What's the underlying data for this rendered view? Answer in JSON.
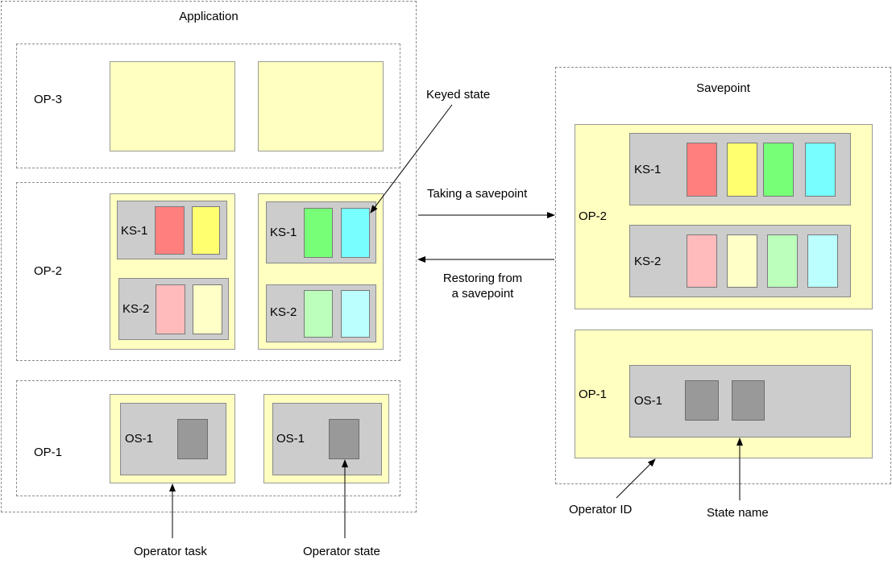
{
  "application": {
    "title": "Application",
    "op3": {
      "label": "OP-3"
    },
    "op2": {
      "label": "OP-2",
      "task1": {
        "ks1": "KS-1",
        "ks2": "KS-2"
      },
      "task2": {
        "ks1": "KS-1",
        "ks2": "KS-2"
      }
    },
    "op1": {
      "label": "OP-1",
      "task1": {
        "os1": "OS-1"
      },
      "task2": {
        "os1": "OS-1"
      }
    }
  },
  "savepoint": {
    "title": "Savepoint",
    "op2": {
      "label": "OP-2",
      "ks1": "KS-1",
      "ks2": "KS-2"
    },
    "op1": {
      "label": "OP-1",
      "os1": "OS-1"
    }
  },
  "annotations": {
    "keyed_state": "Keyed state",
    "taking": "Taking a savepoint",
    "restoring_line1": "Restoring from",
    "restoring_line2": "a savepoint",
    "operator_task": "Operator task",
    "operator_state": "Operator state",
    "operator_id": "Operator ID",
    "state_name": "State name"
  },
  "colors": {
    "red": "#ff7f7f",
    "yellow": "#ffff70",
    "green": "#77ff77",
    "cyan": "#77ffff",
    "pink": "#ffbbbb",
    "light_yellow": "#ffffc8",
    "light_green": "#bbffbb",
    "light_cyan": "#bbffff",
    "task_fill": "#ffffc0",
    "state_grey": "#cccccc",
    "operator_state_fill": "#999999"
  }
}
